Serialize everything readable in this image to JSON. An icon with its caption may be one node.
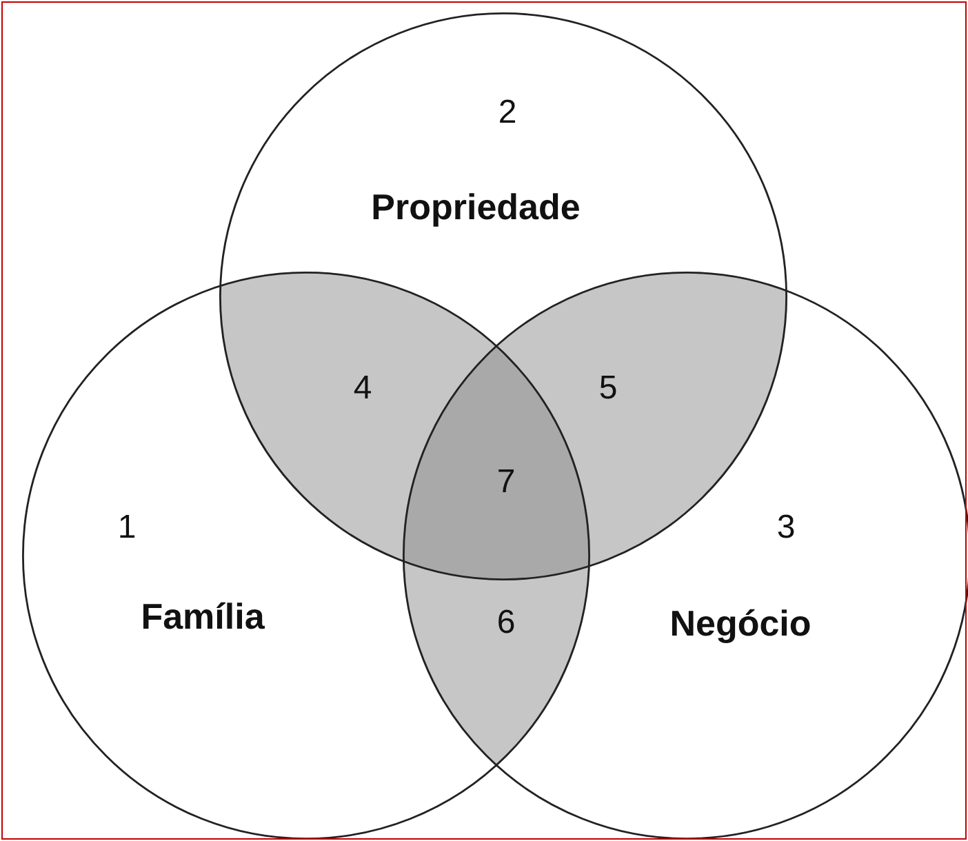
{
  "diagram": {
    "nodes": [
      {
        "text": [
          "2",
          "Propriedade"
        ]
      },
      {
        "text": [
          "1",
          "Família"
        ]
      },
      {
        "text": [
          "3",
          "Negócio"
        ]
      }
    ],
    "edges": [],
    "labels": [
      "4",
      "5",
      "7",
      "6"
    ]
  }
}
